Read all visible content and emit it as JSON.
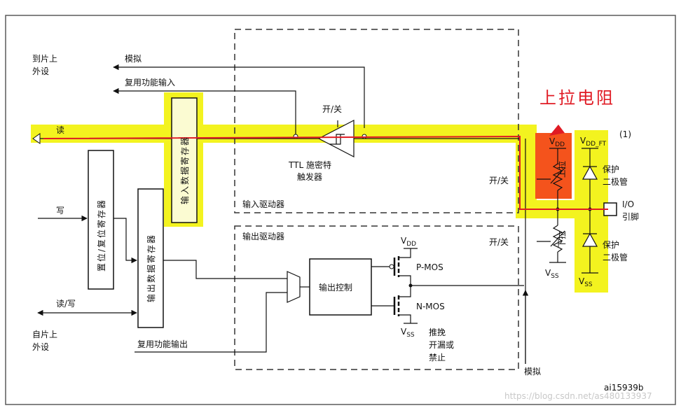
{
  "colors": {
    "highlight": "#f3f31f",
    "highlight_red_box": "#f4531c",
    "red_wire": "#e01b24",
    "wire": "#111111",
    "frame": "#5a5a5a"
  },
  "labels": {
    "to_peripheral_1": "到片上",
    "to_peripheral_2": "外设",
    "analog_top": "模拟",
    "alt_func_input": "复用功能输入",
    "read": "读",
    "on_off_schmitt": "开/关",
    "ttl_1": "TTL 施密特",
    "ttl_2": "触发器",
    "input_data_register": "输入数据寄存器",
    "set_reset_register": "置位/复位寄存器",
    "output_data_register": "输出数据寄存器",
    "write": "写",
    "read_write": "读/写",
    "from_peripheral_1": "自片上",
    "from_peripheral_2": "外设",
    "alt_func_output": "复用功能输出",
    "input_driver": "输入驱动器",
    "output_driver": "输出驱动器",
    "output_control": "输出控制",
    "vdd_main": "V",
    "vdd_main_sub": "DD",
    "vss_main": "V",
    "vss_main_sub": "SS",
    "pmos": "P-MOS",
    "nmos": "N-MOS",
    "push_pull_1": "推挽",
    "push_pull_2": "开漏或",
    "push_pull_3": "禁止",
    "analog_bottom": "模拟",
    "on_off_pullup": "开/关",
    "on_off_pulldown": "开/关",
    "pullup_annot": "上拉电阻",
    "vdd_pu": "V",
    "vdd_pu_sub": "DD",
    "pullup_small": "上拉",
    "pulldown_small": "下拉",
    "vss_pd": "V",
    "vss_pd_sub": "SS",
    "vdd_ft": "V",
    "vdd_ft_sub": "DD_FT",
    "vdd_ft_note": "(1)",
    "protect_diode_top_1": "保护",
    "protect_diode_top_2": "二极管",
    "protect_diode_bot_1": "保护",
    "protect_diode_bot_2": "二极管",
    "vss_ft": "V",
    "vss_ft_sub": "SS",
    "io_1": "I/O",
    "io_2": "引脚",
    "figure_id": "ai15939b",
    "watermark": "https://blog.csdn.net/as480133937"
  }
}
